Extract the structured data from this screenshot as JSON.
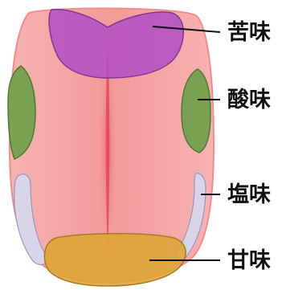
{
  "diagram": {
    "colors": {
      "tongue_fill": "#F6A4A4",
      "tongue_edge": "#F09090",
      "midline": "#E8555E",
      "bitter_fill": "#B24FC4",
      "sour_fill": "#6BA048",
      "salty_fill": "#D9D5E8",
      "sweet_fill": "#DDA533",
      "leader_line": "#111111"
    },
    "labels": {
      "bitter": "苦味",
      "sour": "酸味",
      "salty": "塩味",
      "sweet": "甘味"
    }
  }
}
